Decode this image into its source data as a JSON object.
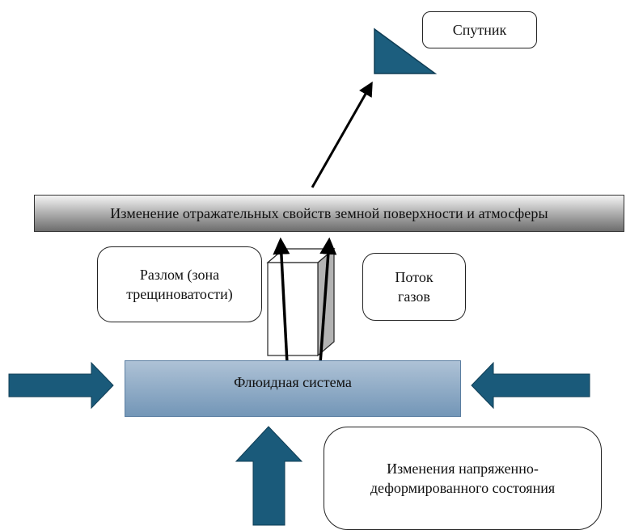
{
  "labels": {
    "satellite": "Спутник",
    "surface_change": "Изменение отражательных свойств земной поверхности и атмосферы",
    "fault": "Разлом (зона\nтрещиноватости)",
    "gas_flow": "Поток\nгазов",
    "fluid_system": "Флюидная система",
    "stress_change": "Изменения напряженно-\nдеформированного состояния"
  },
  "icons": {
    "satellite": "triangle-satellite-icon",
    "fault_block": "prism-fault-block-icon",
    "lateral_push": "block-arrow-icon",
    "upward_push": "block-arrow-icon"
  },
  "colors": {
    "arrow_fill": "#1a5a7a",
    "satellite_fill": "#1c5e7e",
    "fluid_system_top": "#aec2d6",
    "fluid_system_bottom": "#7396b7",
    "surface_bar_top": "#f4f4f4",
    "surface_bar_bottom": "#6d6d6d"
  }
}
